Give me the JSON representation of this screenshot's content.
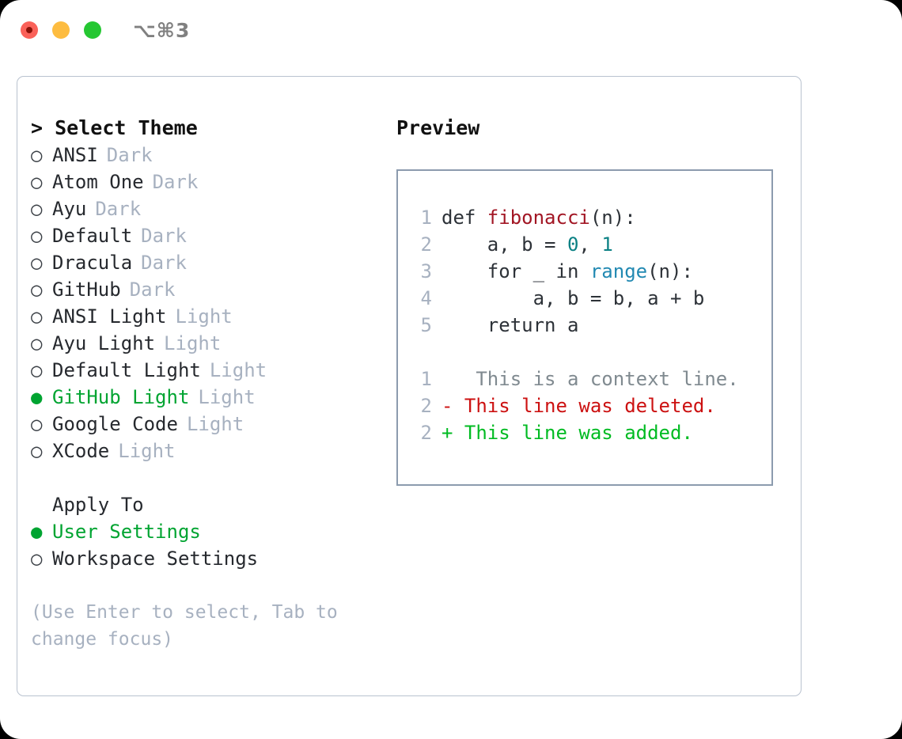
{
  "titlebar": {
    "shortcut": "⌥⌘3",
    "buttons": [
      "close",
      "minimize",
      "maximize"
    ]
  },
  "left": {
    "heading_caret": ">",
    "heading": "Select Theme",
    "themes": [
      {
        "marker": "○",
        "name": "ANSI",
        "tag": "Dark",
        "selected": false
      },
      {
        "marker": "○",
        "name": "Atom One",
        "tag": "Dark",
        "selected": false
      },
      {
        "marker": "○",
        "name": "Ayu",
        "tag": "Dark",
        "selected": false
      },
      {
        "marker": "○",
        "name": "Default",
        "tag": "Dark",
        "selected": false
      },
      {
        "marker": "○",
        "name": "Dracula",
        "tag": "Dark",
        "selected": false
      },
      {
        "marker": "○",
        "name": "GitHub",
        "tag": "Dark",
        "selected": false
      },
      {
        "marker": "○",
        "name": "ANSI Light",
        "tag": "Light",
        "selected": false
      },
      {
        "marker": "○",
        "name": "Ayu Light",
        "tag": "Light",
        "selected": false
      },
      {
        "marker": "○",
        "name": "Default Light",
        "tag": "Light",
        "selected": false
      },
      {
        "marker": "●",
        "name": "GitHub Light",
        "tag": "Light",
        "selected": true
      },
      {
        "marker": "○",
        "name": "Google Code",
        "tag": "Light",
        "selected": false
      },
      {
        "marker": "○",
        "name": "XCode",
        "tag": "Light",
        "selected": false
      }
    ],
    "apply_to_heading": "Apply To",
    "apply_to": [
      {
        "marker": "●",
        "name": "User Settings",
        "selected": true
      },
      {
        "marker": "○",
        "name": "Workspace Settings",
        "selected": false
      }
    ],
    "hint": "(Use Enter to select, Tab to change focus)"
  },
  "preview": {
    "title": "Preview",
    "code_lines": [
      {
        "no": "1",
        "segments": [
          {
            "t": "def ",
            "c": "plain"
          },
          {
            "t": "fibonacci",
            "c": "fn"
          },
          {
            "t": "(n):",
            "c": "plain"
          }
        ]
      },
      {
        "no": "2",
        "segments": [
          {
            "t": "    a, b = ",
            "c": "plain"
          },
          {
            "t": "0",
            "c": "num"
          },
          {
            "t": ", ",
            "c": "plain"
          },
          {
            "t": "1",
            "c": "num"
          }
        ]
      },
      {
        "no": "3",
        "segments": [
          {
            "t": "    for _ in ",
            "c": "plain"
          },
          {
            "t": "range",
            "c": "bi"
          },
          {
            "t": "(n):",
            "c": "plain"
          }
        ]
      },
      {
        "no": "4",
        "segments": [
          {
            "t": "        a, b = b, a + b",
            "c": "plain"
          }
        ]
      },
      {
        "no": "5",
        "segments": [
          {
            "t": "    return a",
            "c": "plain"
          }
        ]
      }
    ],
    "diff_lines": [
      {
        "no": "1",
        "sign": " ",
        "text": "  This is a context line.",
        "kind": "ctx"
      },
      {
        "no": "2",
        "sign": "-",
        "text": " This line was deleted.",
        "kind": "del"
      },
      {
        "no": "2",
        "sign": "+",
        "text": " This line was added.",
        "kind": "add"
      }
    ]
  },
  "colors": {
    "accent_green": "#00a431",
    "muted": "#a7b1c0",
    "panel_border": "#b9c2cf",
    "preview_border": "#8c9bae",
    "fn_red": "#a21624",
    "num_teal": "#0b8184",
    "builtin_blue": "#2289b2",
    "diff_del": "#cc1111",
    "diff_add": "#00bb22"
  }
}
